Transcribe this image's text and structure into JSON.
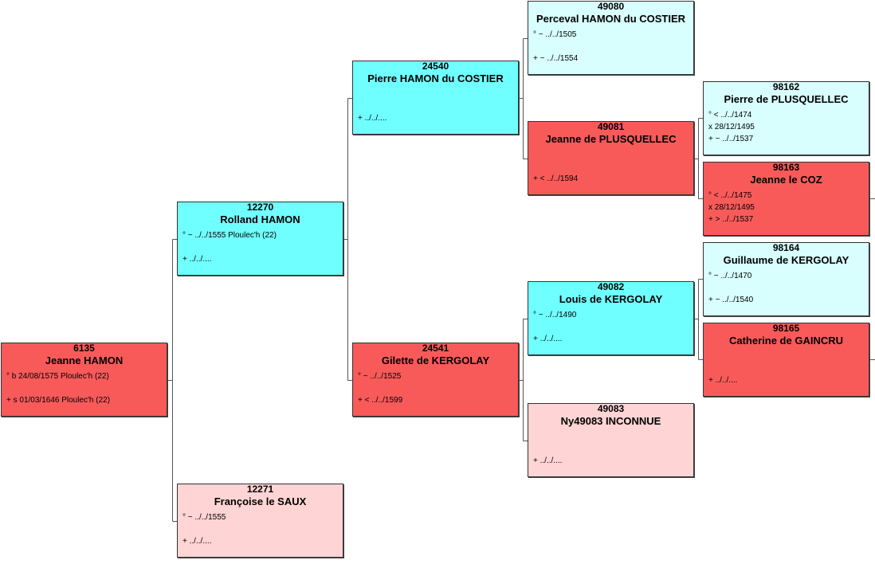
{
  "persons": {
    "p6135": {
      "num": "6135",
      "name": "Jeanne HAMON",
      "e1": "° b 24/08/1575 Ploulec'h (22)",
      "e2": "+ s 01/03/1646 Ploulec'h (22)"
    },
    "p12270": {
      "num": "12270",
      "name": "Rolland HAMON",
      "e1": "° ~ ../../1555 Ploulec'h (22)",
      "e2": "+ ../../...."
    },
    "p12271": {
      "num": "12271",
      "name": "Françoise le SAUX",
      "e1": "° ~ ../../1555",
      "e2": "+ ../../...."
    },
    "p24540": {
      "num": "24540",
      "name": "Pierre HAMON du COSTIER",
      "e2": "+ ../../...."
    },
    "p24541": {
      "num": "24541",
      "name": "Gilette de KERGOLAY",
      "e1": "° ~ ../../1525",
      "e2": "+ < ../../1599"
    },
    "p49080": {
      "num": "49080",
      "name": "Perceval HAMON du COSTIER",
      "e1": "° ~ ../../1505",
      "e2": "+ ~ ../../1554"
    },
    "p49081": {
      "num": "49081",
      "name": "Jeanne de PLUSQUELLEC",
      "e2": "+ < ../../1594"
    },
    "p49082": {
      "num": "49082",
      "name": "Louis de KERGOLAY",
      "e1": "° ~ ../../1490",
      "e2": "+ ../../...."
    },
    "p49083": {
      "num": "49083",
      "name": "Ny49083 INCONNUE",
      "e2": "+ ../../...."
    },
    "p98162": {
      "num": "98162",
      "name": "Pierre de PLUSQUELLEC",
      "e1": "° < ../../1474",
      "em": "x 28/12/1495",
      "e2": "+ ~ ../../1537"
    },
    "p98163": {
      "num": "98163",
      "name": "Jeanne le COZ",
      "e1": "° < ../../1475",
      "em": "x 28/12/1495",
      "e2": "+ > ../../1537"
    },
    "p98164": {
      "num": "98164",
      "name": "Guillaume de KERGOLAY",
      "e1": "° ~ ../../1470",
      "e2": "+ ~ ../../1540"
    },
    "p98165": {
      "num": "98165",
      "name": "Catherine de GAINCRU",
      "e2": "+ ../../...."
    }
  },
  "colors": {
    "red": "#f85a5a",
    "cyan": "#70ffff",
    "light_cyan": "#d8fefe",
    "pink": "#fed4d4",
    "connector": "#555555"
  }
}
